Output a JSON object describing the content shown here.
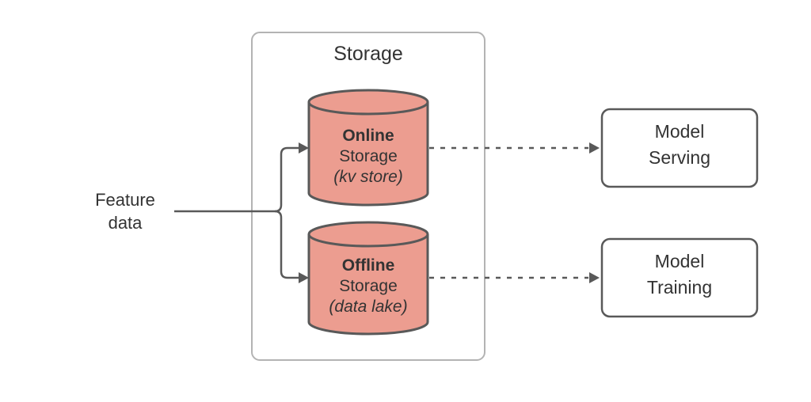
{
  "diagram": {
    "feature_source": {
      "line1": "Feature",
      "line2": "data"
    },
    "storage_group": {
      "title": "Storage"
    },
    "online_storage": {
      "name": "Online",
      "kind": "Storage",
      "note": "(kv store)"
    },
    "offline_storage": {
      "name": "Offline",
      "kind": "Storage",
      "note": "(data lake)"
    },
    "model_serving": {
      "line1": "Model",
      "line2": "Serving"
    },
    "model_training": {
      "line1": "Model",
      "line2": "Training"
    }
  },
  "colors": {
    "background": "#ffffff",
    "cylinder_fill": "#EC9D90",
    "shape_stroke": "#595959",
    "group_border": "#B3B3B3",
    "connector": "#595959",
    "text": "#333333"
  }
}
